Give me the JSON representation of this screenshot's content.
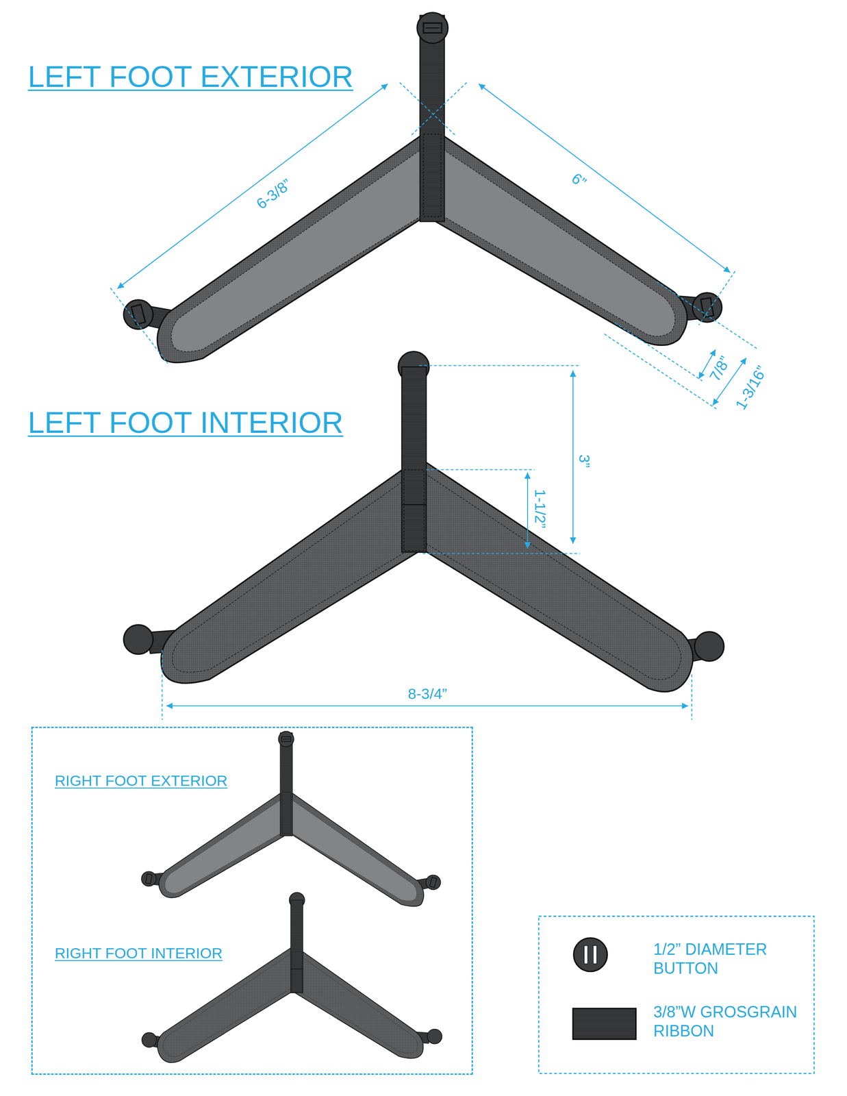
{
  "diagram": {
    "nodes": [
      {
        "text": [
          "RIGHT FOOT EXTERIOR",
          "RIGHT FOOT INTERIOR"
        ]
      }
    ],
    "labels": [
      "LEFT FOOT EXTERIOR",
      "6-3/8”",
      "6”",
      "7/8”",
      "1-3/16”",
      "LEFT FOOT INTERIOR",
      "3”",
      "1-1/2”",
      "8-3/4”"
    ],
    "legend": [
      {
        "text": "1/2” DIAMETER BUTTON"
      },
      {
        "text": "3/8”W GROSGRAIN RIBBON"
      }
    ]
  }
}
